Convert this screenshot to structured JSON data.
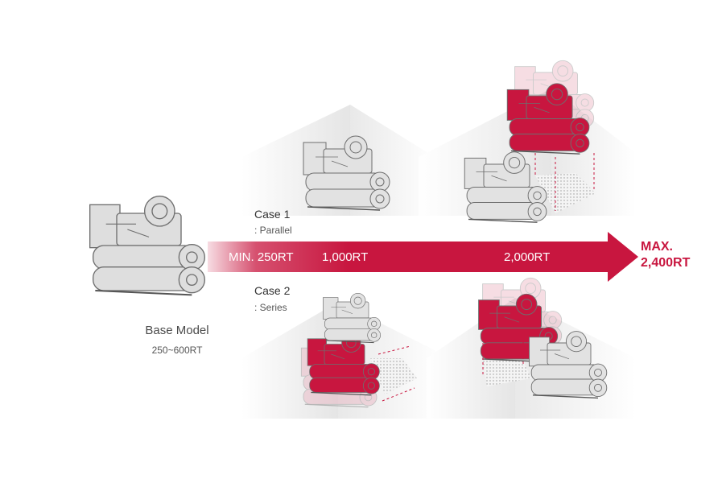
{
  "base_model": {
    "title": "Base Model",
    "range": "250~600RT"
  },
  "case1": {
    "title": "Case 1",
    "subtitle": ": Parallel"
  },
  "case2": {
    "title": "Case 2",
    "subtitle": ": Series"
  },
  "capacity_arrow": {
    "min_label": "MIN. 250RT",
    "mid_label": "1,000RT",
    "high_label": "2,000RT",
    "max_line1": "MAX.",
    "max_line2": "2,400RT"
  },
  "colors": {
    "accent": "#c8163f",
    "chiller_gray": "#dedede",
    "chiller_outline": "#8a8a8a"
  }
}
